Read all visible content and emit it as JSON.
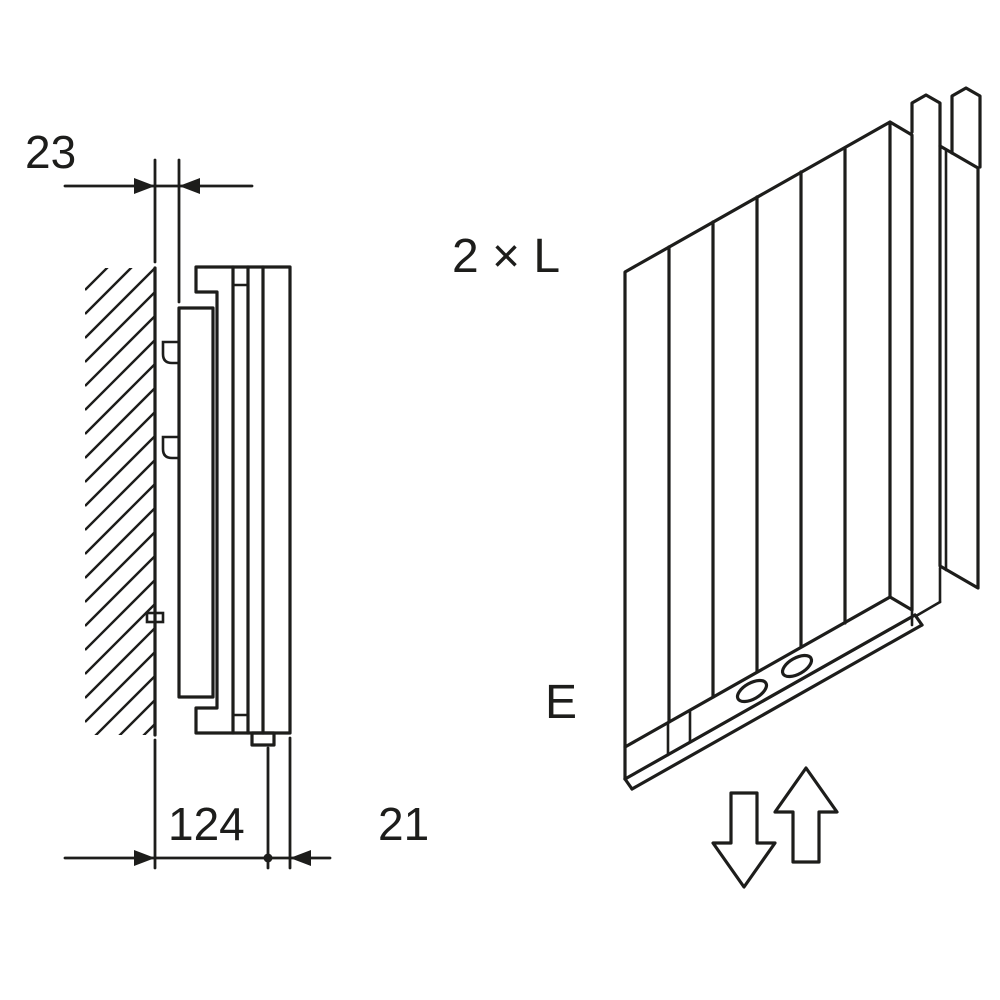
{
  "diagram": {
    "side_view": {
      "dim_wall_clearance": "23",
      "dim_depth": "124",
      "dim_panel_thickness": "21"
    },
    "isometric_view": {
      "length_label": "2 × L",
      "connection_label": "E"
    },
    "colors": {
      "line": "#1d1d1b",
      "background": "#ffffff"
    }
  }
}
